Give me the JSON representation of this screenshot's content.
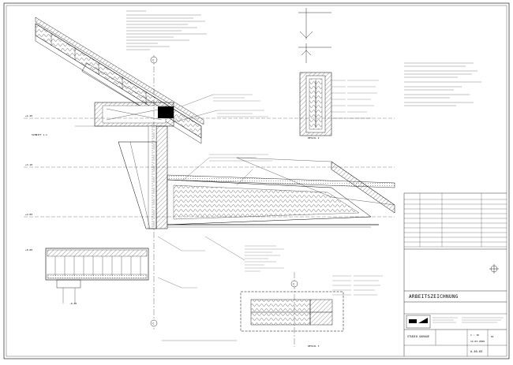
{
  "sheet": {
    "drawing_title": "ARBEITSZEICHNUNG",
    "project_name": "STUDIO GARAGE",
    "scale": "1 : 10",
    "date": "12.03.2009",
    "drawing_number": "A-40-03",
    "revision": "01"
  },
  "labels": {
    "section_top": "SCHNITT 1-1",
    "section_mid": "DETAIL 2",
    "section_bottom_right": "DETAIL 3",
    "axis_marker": "C",
    "level_1": "+4.20",
    "level_2": "+3.10",
    "level_3": "+2.00",
    "level_4": "+0.00",
    "level_5": "-0.20"
  }
}
